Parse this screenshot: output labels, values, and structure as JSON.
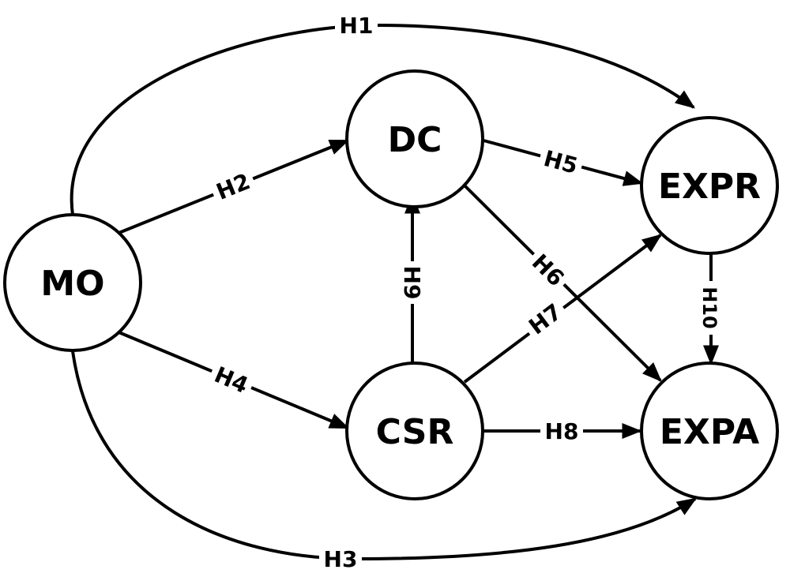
{
  "colors": {
    "stroke": "#000000",
    "background": "#ffffff"
  },
  "nodes": {
    "mo": "MO",
    "dc": "DC",
    "csr": "CSR",
    "expr": "EXPR",
    "expa": "EXPA"
  },
  "edges": [
    {
      "id": "h1",
      "label": "H1",
      "from": "MO",
      "to": "EXPR"
    },
    {
      "id": "h2",
      "label": "H2",
      "from": "MO",
      "to": "DC"
    },
    {
      "id": "h3",
      "label": "H3",
      "from": "MO",
      "to": "EXPA"
    },
    {
      "id": "h4",
      "label": "H4",
      "from": "MO",
      "to": "CSR"
    },
    {
      "id": "h5",
      "label": "H5",
      "from": "DC",
      "to": "EXPR"
    },
    {
      "id": "h6",
      "label": "H6",
      "from": "DC",
      "to": "EXPA"
    },
    {
      "id": "h7",
      "label": "H7",
      "from": "CSR",
      "to": "EXPR"
    },
    {
      "id": "h8",
      "label": "H8",
      "from": "CSR",
      "to": "EXPA"
    },
    {
      "id": "h9",
      "label": "H9",
      "from": "CSR",
      "to": "DC"
    },
    {
      "id": "h10",
      "label": "H10",
      "from": "EXPR",
      "to": "EXPA"
    }
  ]
}
